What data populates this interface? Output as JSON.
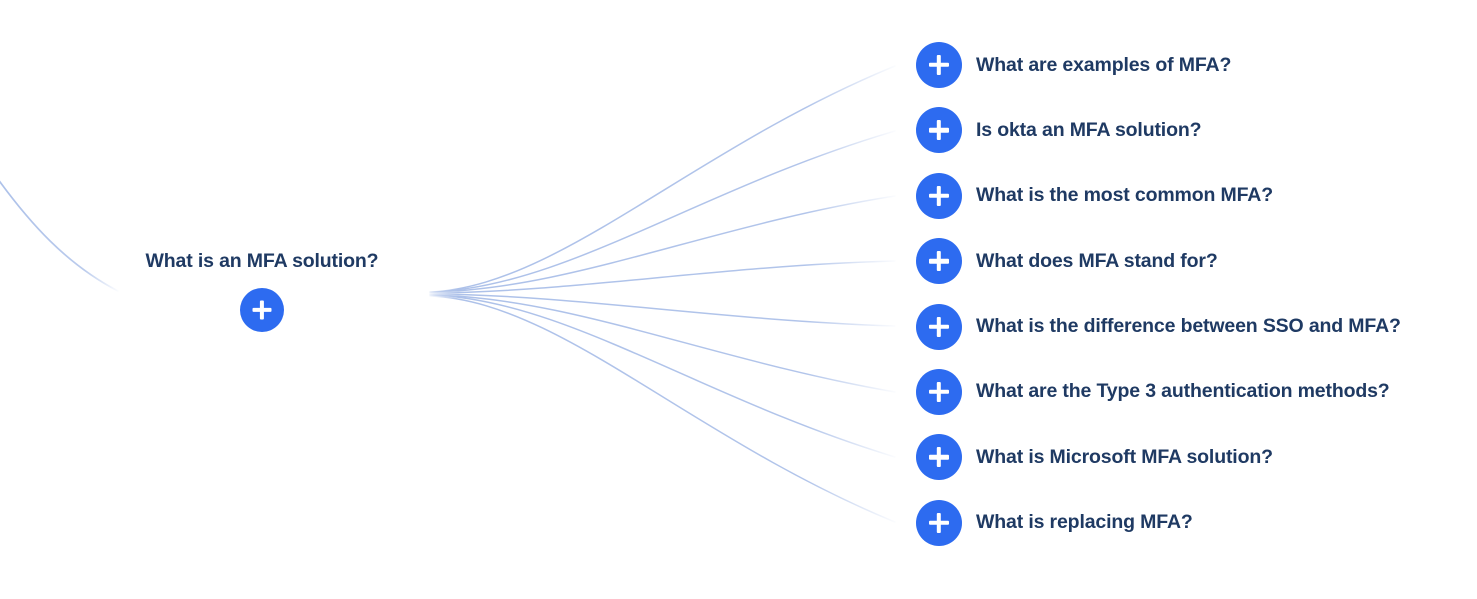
{
  "diagram": {
    "type": "question-fan-tree",
    "background_color": "#ffffff",
    "accent_color": "#2d6bf0",
    "text_color": "#1f3a63",
    "edge_color": "#a9bee8",
    "root": {
      "label": "What is an MFA solution?",
      "expand_icon": "plus-icon"
    },
    "leaves": [
      {
        "label": "What are examples of MFA?",
        "expand_icon": "plus-icon"
      },
      {
        "label": "Is okta an MFA solution?",
        "expand_icon": "plus-icon"
      },
      {
        "label": "What is the most common MFA?",
        "expand_icon": "plus-icon"
      },
      {
        "label": "What does MFA stand for?",
        "expand_icon": "plus-icon"
      },
      {
        "label": "What is the difference between SSO and MFA?",
        "expand_icon": "plus-icon"
      },
      {
        "label": "What are the Type 3 authentication methods?",
        "expand_icon": "plus-icon"
      },
      {
        "label": "What is Microsoft MFA solution?",
        "expand_icon": "plus-icon"
      },
      {
        "label": "What is replacing MFA?",
        "expand_icon": "plus-icon"
      }
    ]
  }
}
